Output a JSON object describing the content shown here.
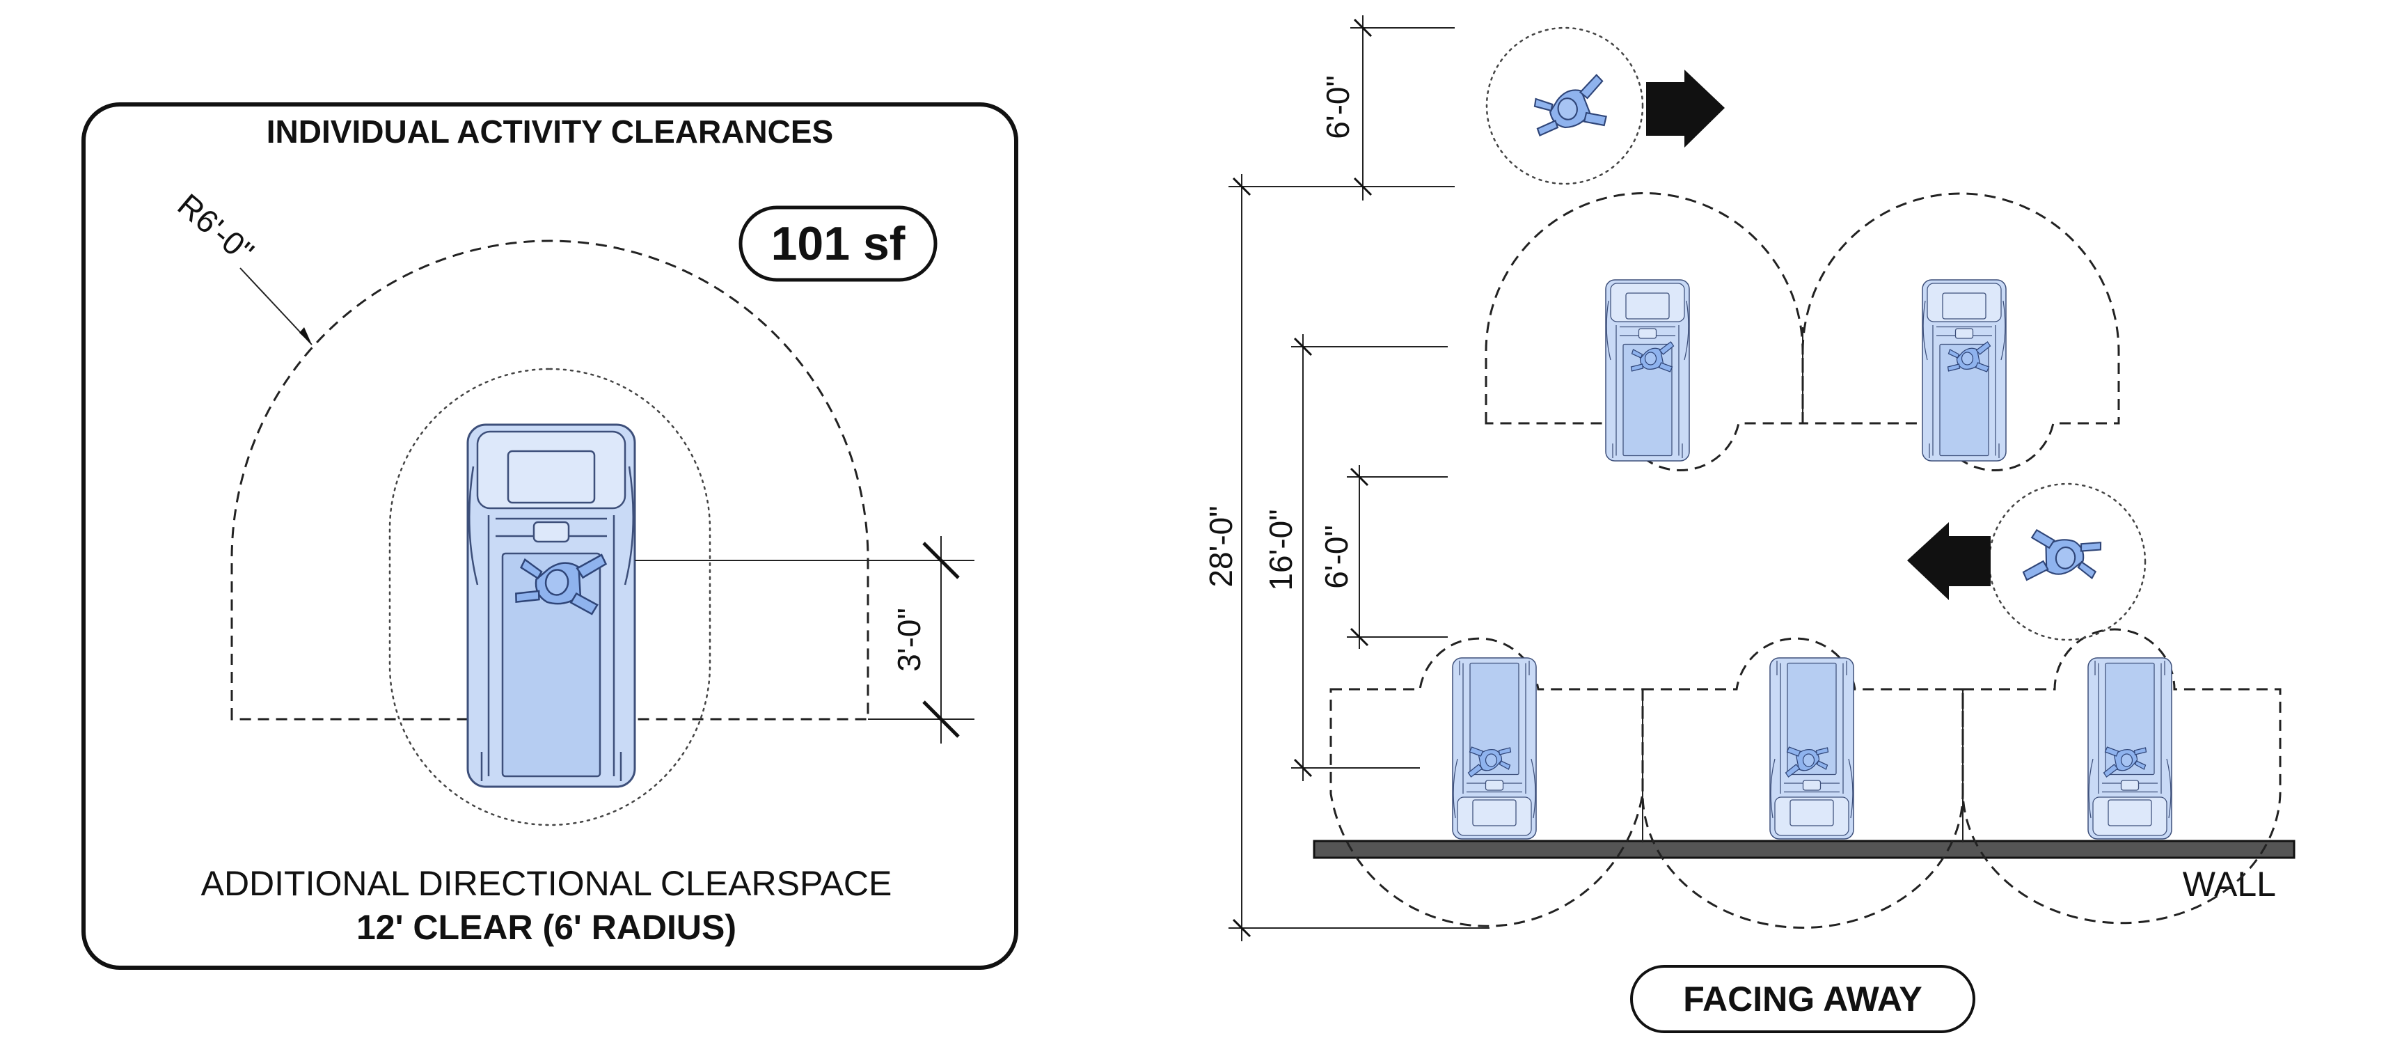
{
  "left_panel": {
    "title": "INDIVIDUAL ACTIVITY CLEARANCES",
    "area_badge": "101 sf",
    "radius_label": "R6'-0\"",
    "side_dimension": "3'-0\"",
    "caption_line1": "ADDITIONAL DIRECTIONAL CLEARSPACE",
    "caption_line2": "12' CLEAR (6' RADIUS)"
  },
  "right_panel": {
    "dimensions": {
      "top_walkway": "6'-0\"",
      "overall": "28'-0\"",
      "row_spacing": "16'-0\"",
      "middle_walkway": "6'-0\""
    },
    "wall_label": "WALL",
    "layout_badge": "FACING AWAY"
  },
  "colors": {
    "equipment_fill": "#c9daf6",
    "equipment_stroke": "#3d4f7a",
    "person_fill": "#8fb3ee",
    "wall_fill": "#555555",
    "line": "#222222"
  },
  "icons": [
    "treadmill-icon",
    "runner-icon",
    "direction-arrow-icon"
  ]
}
